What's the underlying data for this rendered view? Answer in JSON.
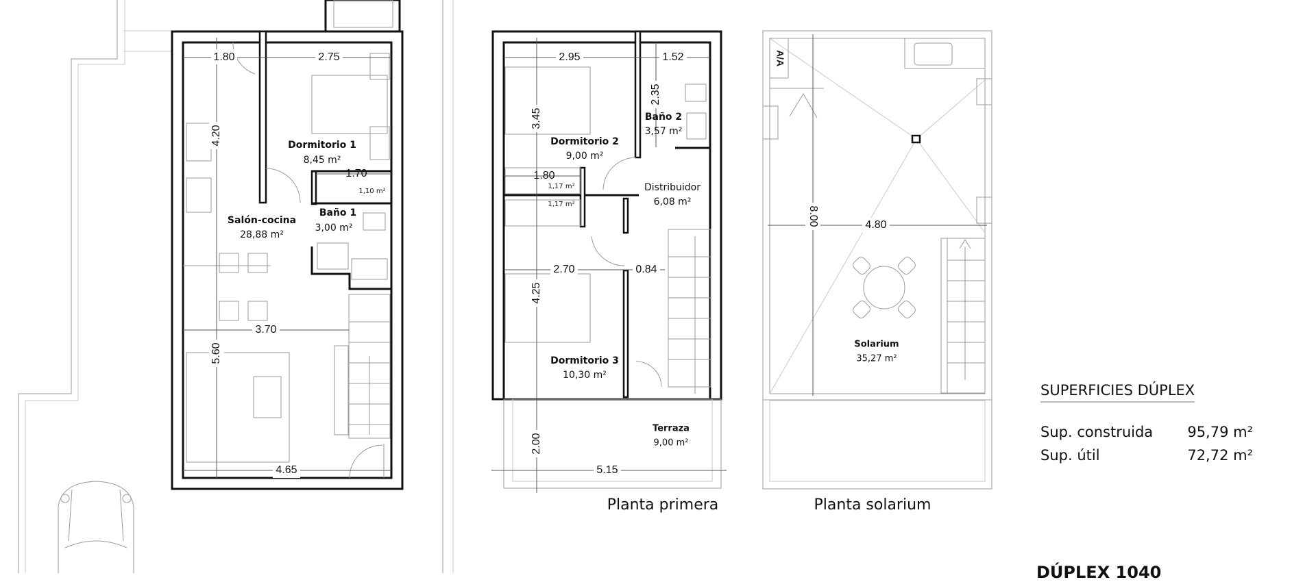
{
  "plans": [
    {
      "title": "",
      "rooms": [
        {
          "name": "Dormitorio 1",
          "area": "8,45 m²"
        },
        {
          "name": "Salón-cocina",
          "area": "28,88 m²"
        },
        {
          "name": "Baño 1",
          "area": "3,00 m²"
        },
        {
          "name": "",
          "area": "1,10 m²"
        }
      ],
      "dimensions": [
        "1.80",
        "2.75",
        "4.20",
        "1.70",
        "3.70",
        "5.60",
        "4.65"
      ]
    },
    {
      "title": "Planta primera",
      "rooms": [
        {
          "name": "Dormitorio 2",
          "area": "9,00 m²"
        },
        {
          "name": "Baño 2",
          "area": "3,57 m²"
        },
        {
          "name": "Distribuidor",
          "area": "6,08 m²"
        },
        {
          "name": "Dormitorio 3",
          "area": "10,30 m²"
        },
        {
          "name": "Terraza",
          "area": "9,00 m²"
        },
        {
          "name": "",
          "area": "1,17 m²"
        },
        {
          "name": "",
          "area": "1,17 m²"
        }
      ],
      "dimensions": [
        "2.95",
        "1.52",
        "3.45",
        "2.35",
        "1.80",
        "2.70",
        "0.84",
        "4.25",
        "2.00",
        "5.15"
      ]
    },
    {
      "title": "Planta solarium",
      "rooms": [
        {
          "name": "Solarium",
          "area": "35,27 m²"
        }
      ],
      "labels": {
        "aa": "A/A"
      },
      "dimensions": [
        "8.00",
        "4.80"
      ]
    }
  ],
  "summary": {
    "title": "SUPERFICIES DÚPLEX",
    "rows": [
      {
        "label": "Sup. construida",
        "value": "95,79 m²"
      },
      {
        "label": "Sup. útil",
        "value": "72,72 m²"
      }
    ]
  },
  "bottom_title": "DÚPLEX 1040"
}
